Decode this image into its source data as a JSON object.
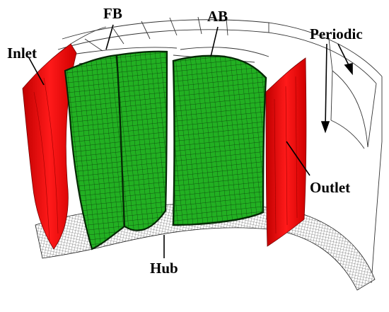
{
  "labels": {
    "fb": "FB",
    "ab": "AB",
    "periodic": "Periodic",
    "inlet": "Inlet",
    "outlet": "Outlet",
    "hub": "Hub"
  },
  "colors": {
    "blade": "#22b022",
    "blade_dark": "#0d5c0d",
    "mesh_line": "#0a3a0a",
    "surface": "#ee1111",
    "wire": "#333333",
    "text": "#000000"
  }
}
